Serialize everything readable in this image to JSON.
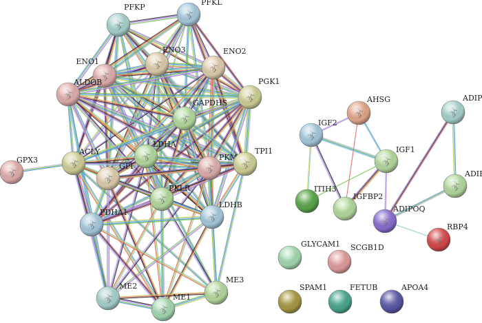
{
  "colors": {
    "edge_palette": [
      "#1f1f1f",
      "#6fbf3f",
      "#c9c94a",
      "#9b6fd6",
      "#4c8fd6",
      "#e05a5a",
      "#c4b6e8",
      "#7fc9c9"
    ],
    "node_yellow": "#d3d39a",
    "node_green": "#b7dca0",
    "node_teal": "#a9d4cf",
    "node_tan": "#e2cfae",
    "node_pink": "#e3b0b0",
    "node_salmon": "#e6a98c",
    "node_blue": "#a8cce0",
    "node_darkgreen": "#5aa84a",
    "node_purple": "#8a6fd0",
    "node_red": "#d8494a",
    "node_mint": "#a6dcb4",
    "node_rose": "#e39e9e",
    "node_olive": "#a89a43",
    "node_seagreen": "#4aa890",
    "node_indigo": "#5b58a8"
  },
  "nodes": [
    {
      "id": "PFKP",
      "label": "PFKP",
      "color": "#a9d4cf",
      "icon": "protein-structure-icon"
    },
    {
      "id": "PFKL",
      "label": "PFKL",
      "color": "#a8cce0",
      "icon": "protein-structure-icon"
    },
    {
      "id": "ENO3",
      "label": "ENO3",
      "color": "#e2cfae",
      "icon": "protein-structure-icon"
    },
    {
      "id": "ENO1",
      "label": "ENO1",
      "color": "#e3b0b0",
      "icon": "protein-structure-icon"
    },
    {
      "id": "ENO2",
      "label": "ENO2",
      "color": "#e2cfae",
      "icon": "protein-structure-icon"
    },
    {
      "id": "ALDOB",
      "label": "ALDOB",
      "color": "#e3b0b0",
      "icon": "protein-structure-icon"
    },
    {
      "id": "PGK1",
      "label": "PGK1",
      "color": "#d3d39a",
      "icon": "protein-structure-icon"
    },
    {
      "id": "GAPDHS",
      "label": "GAPDHS",
      "color": "#b7dca0",
      "icon": "protein-structure-icon"
    },
    {
      "id": "GPX3",
      "label": "GPX3",
      "color": "#e3b0b0",
      "icon": "protein-structure-icon"
    },
    {
      "id": "ACLY",
      "label": "ACLY",
      "color": "#d3d39a",
      "icon": "protein-structure-icon"
    },
    {
      "id": "LDHA",
      "label": "LDHA",
      "color": "#b7dca0",
      "icon": "protein-structure-icon"
    },
    {
      "id": "PKM",
      "label": "PKM",
      "color": "#e3b0b0",
      "icon": "protein-structure-icon"
    },
    {
      "id": "TPI1",
      "label": "TPI1",
      "color": "#d3d39a",
      "icon": "protein-structure-icon"
    },
    {
      "id": "GPI",
      "label": "GPI",
      "color": "#e2cfae",
      "icon": "protein-structure-icon"
    },
    {
      "id": "PKLR",
      "label": "PKLR",
      "color": "#b7dca0",
      "icon": "protein-structure-icon"
    },
    {
      "id": "LDHB",
      "label": "LDHB",
      "color": "#a8cce0",
      "icon": "protein-structure-icon"
    },
    {
      "id": "PDHA1",
      "label": "PDHA1",
      "color": "#a8cce0",
      "icon": "protein-structure-icon"
    },
    {
      "id": "ME2",
      "label": "ME2",
      "color": "#a9d4cf",
      "icon": "protein-structure-icon"
    },
    {
      "id": "ME1",
      "label": "ME1",
      "color": "#a6dcb4",
      "icon": "protein-structure-icon"
    },
    {
      "id": "ME3",
      "label": "ME3",
      "color": "#b7dca0",
      "icon": "protein-structure-icon"
    },
    {
      "id": "AHSG",
      "label": "AHSG",
      "color": "#e6a98c",
      "icon": "protein-structure-icon"
    },
    {
      "id": "IGF2",
      "label": "IGF2",
      "color": "#a8cce0",
      "icon": "protein-structure-icon"
    },
    {
      "id": "IGF1",
      "label": "IGF1",
      "color": "#b7dca0",
      "icon": "protein-structure-icon"
    },
    {
      "id": "ITIH3",
      "label": "ITIH3",
      "color": "#5aa84a",
      "icon": ""
    },
    {
      "id": "IGFBP2",
      "label": "IGFBP2",
      "color": "#b7dca0",
      "icon": ""
    },
    {
      "id": "ADIPOR",
      "label": "ADIPO",
      "color": "#a9d4cf",
      "icon": "protein-structure-icon"
    },
    {
      "id": "ADIF",
      "label": "ADIF",
      "color": "#b7dca0",
      "icon": "protein-structure-icon"
    },
    {
      "id": "ADIPOQ",
      "label": "ADIPOQ",
      "color": "#8a6fd0",
      "icon": "protein-structure-icon"
    },
    {
      "id": "RBP4",
      "label": "RBP4",
      "color": "#d8494a",
      "icon": "protein-structure-icon"
    },
    {
      "id": "GLYCAM1",
      "label": "GLYCAM1",
      "color": "#a6dcb4",
      "icon": ""
    },
    {
      "id": "SCGB1D",
      "label": "SCGB1D",
      "color": "#e39e9e",
      "icon": ""
    },
    {
      "id": "SPAM1",
      "label": "SPAM1",
      "color": "#a89a43",
      "icon": ""
    },
    {
      "id": "FETUB",
      "label": "FETUB",
      "color": "#4aa890",
      "icon": ""
    },
    {
      "id": "APOA4",
      "label": "APOA4",
      "color": "#5b58a8",
      "icon": ""
    }
  ],
  "edges": [
    [
      "PFKP",
      "PFKL",
      4
    ],
    [
      "PFKP",
      "ENO3",
      4
    ],
    [
      "PFKP",
      "ENO1",
      4
    ],
    [
      "PFKP",
      "ALDOB",
      4
    ],
    [
      "PFKP",
      "GAPDHS",
      3
    ],
    [
      "PFKP",
      "TPI1",
      3
    ],
    [
      "PFKP",
      "GPI",
      4
    ],
    [
      "PFKP",
      "PKM",
      3
    ],
    [
      "PFKP",
      "ACLY",
      2
    ],
    [
      "PFKP",
      "LDHA",
      2
    ],
    [
      "PFKP",
      "PGK1",
      3
    ],
    [
      "PFKP",
      "ENO2",
      3
    ],
    [
      "PFKP",
      "PKLR",
      3
    ],
    [
      "PFKL",
      "ENO3",
      3
    ],
    [
      "PFKL",
      "ENO1",
      3
    ],
    [
      "PFKL",
      "ALDOB",
      4
    ],
    [
      "PFKL",
      "ENO2",
      3
    ],
    [
      "PFKL",
      "GAPDHS",
      3
    ],
    [
      "PFKL",
      "TPI1",
      4
    ],
    [
      "PFKL",
      "GPI",
      4
    ],
    [
      "PFKL",
      "PKM",
      3
    ],
    [
      "PFKL",
      "PGK1",
      3
    ],
    [
      "PFKL",
      "LDHA",
      2
    ],
    [
      "PFKL",
      "ACLY",
      2
    ],
    [
      "ENO3",
      "ENO1",
      5
    ],
    [
      "ENO3",
      "ENO2",
      5
    ],
    [
      "ENO3",
      "ALDOB",
      4
    ],
    [
      "ENO3",
      "PGK1",
      4
    ],
    [
      "ENO3",
      "GAPDHS",
      4
    ],
    [
      "ENO3",
      "PKM",
      5
    ],
    [
      "ENO3",
      "TPI1",
      4
    ],
    [
      "ENO3",
      "GPI",
      4
    ],
    [
      "ENO3",
      "LDHA",
      3
    ],
    [
      "ENO3",
      "PKLR",
      4
    ],
    [
      "ENO3",
      "LDHB",
      3
    ],
    [
      "ENO3",
      "ACLY",
      2
    ],
    [
      "ENO1",
      "ENO2",
      5
    ],
    [
      "ENO1",
      "ALDOB",
      4
    ],
    [
      "ENO1",
      "PGK1",
      5
    ],
    [
      "ENO1",
      "GAPDHS",
      4
    ],
    [
      "ENO1",
      "PKM",
      5
    ],
    [
      "ENO1",
      "TPI1",
      4
    ],
    [
      "ENO1",
      "GPI",
      4
    ],
    [
      "ENO1",
      "LDHA",
      4
    ],
    [
      "ENO1",
      "PKLR",
      4
    ],
    [
      "ENO1",
      "ACLY",
      3
    ],
    [
      "ENO1",
      "LDHB",
      3
    ],
    [
      "ENO2",
      "PGK1",
      5
    ],
    [
      "ENO2",
      "GAPDHS",
      4
    ],
    [
      "ENO2",
      "PKM",
      5
    ],
    [
      "ENO2",
      "TPI1",
      4
    ],
    [
      "ENO2",
      "ALDOB",
      4
    ],
    [
      "ENO2",
      "GPI",
      4
    ],
    [
      "ENO2",
      "LDHA",
      3
    ],
    [
      "ENO2",
      "PKLR",
      4
    ],
    [
      "ENO2",
      "LDHB",
      3
    ],
    [
      "ENO2",
      "ACLY",
      2
    ],
    [
      "ALDOB",
      "PGK1",
      4
    ],
    [
      "ALDOB",
      "GAPDHS",
      4
    ],
    [
      "ALDOB",
      "TPI1",
      5
    ],
    [
      "ALDOB",
      "GPI",
      4
    ],
    [
      "ALDOB",
      "PKM",
      4
    ],
    [
      "ALDOB",
      "ACLY",
      3
    ],
    [
      "ALDOB",
      "LDHA",
      3
    ],
    [
      "ALDOB",
      "PKLR",
      4
    ],
    [
      "ALDOB",
      "PDHA1",
      3
    ],
    [
      "ALDOB",
      "LDHB",
      3
    ],
    [
      "ALDOB",
      "ME1",
      2
    ],
    [
      "ALDOB",
      "ME2",
      2
    ],
    [
      "PGK1",
      "GAPDHS",
      5
    ],
    [
      "PGK1",
      "TPI1",
      5
    ],
    [
      "PGK1",
      "PKM",
      5
    ],
    [
      "PGK1",
      "GPI",
      4
    ],
    [
      "PGK1",
      "LDHA",
      4
    ],
    [
      "PGK1",
      "PKLR",
      4
    ],
    [
      "PGK1",
      "LDHB",
      4
    ],
    [
      "PGK1",
      "ACLY",
      3
    ],
    [
      "PGK1",
      "PDHA1",
      3
    ],
    [
      "GAPDHS",
      "TPI1",
      4
    ],
    [
      "GAPDHS",
      "PKM",
      4
    ],
    [
      "GAPDHS",
      "GPI",
      4
    ],
    [
      "GAPDHS",
      "LDHA",
      4
    ],
    [
      "GAPDHS",
      "PKLR",
      4
    ],
    [
      "GAPDHS",
      "LDHB",
      4
    ],
    [
      "GAPDHS",
      "ACLY",
      3
    ],
    [
      "GAPDHS",
      "PDHA1",
      3
    ],
    [
      "GPX3",
      "ACLY",
      3
    ],
    [
      "ACLY",
      "LDHA",
      4
    ],
    [
      "ACLY",
      "GPI",
      4
    ],
    [
      "ACLY",
      "PKM",
      3
    ],
    [
      "ACLY",
      "PKLR",
      3
    ],
    [
      "ACLY",
      "PDHA1",
      5
    ],
    [
      "ACLY",
      "ME1",
      4
    ],
    [
      "ACLY",
      "ME2",
      4
    ],
    [
      "ACLY",
      "ME3",
      3
    ],
    [
      "ACLY",
      "LDHB",
      3
    ],
    [
      "ACLY",
      "TPI1",
      3
    ],
    [
      "LDHA",
      "PKM",
      5
    ],
    [
      "LDHA",
      "GPI",
      4
    ],
    [
      "LDHA",
      "PKLR",
      4
    ],
    [
      "LDHA",
      "LDHB",
      5
    ],
    [
      "LDHA",
      "PDHA1",
      4
    ],
    [
      "LDHA",
      "TPI1",
      4
    ],
    [
      "LDHA",
      "ME1",
      3
    ],
    [
      "LDHA",
      "ME2",
      3
    ],
    [
      "LDHA",
      "ME3",
      3
    ],
    [
      "PKM",
      "TPI1",
      5
    ],
    [
      "PKM",
      "GPI",
      4
    ],
    [
      "PKM",
      "PKLR",
      5
    ],
    [
      "PKM",
      "LDHB",
      5
    ],
    [
      "PKM",
      "PDHA1",
      4
    ],
    [
      "PKM",
      "ME1",
      3
    ],
    [
      "PKM",
      "ME2",
      3
    ],
    [
      "PKM",
      "ME3",
      3
    ],
    [
      "TPI1",
      "GPI",
      4
    ],
    [
      "TPI1",
      "PKLR",
      4
    ],
    [
      "TPI1",
      "LDHB",
      4
    ],
    [
      "TPI1",
      "PDHA1",
      3
    ],
    [
      "TPI1",
      "ME3",
      3
    ],
    [
      "GPI",
      "PKLR",
      4
    ],
    [
      "GPI",
      "LDHB",
      4
    ],
    [
      "GPI",
      "PDHA1",
      4
    ],
    [
      "GPI",
      "ME1",
      3
    ],
    [
      "GPI",
      "ME2",
      3
    ],
    [
      "PKLR",
      "LDHB",
      4
    ],
    [
      "PKLR",
      "PDHA1",
      4
    ],
    [
      "PKLR",
      "ME1",
      4
    ],
    [
      "PKLR",
      "ME2",
      3
    ],
    [
      "PKLR",
      "ME3",
      3
    ],
    [
      "LDHB",
      "PDHA1",
      4
    ],
    [
      "LDHB",
      "ME1",
      3
    ],
    [
      "LDHB",
      "ME2",
      3
    ],
    [
      "LDHB",
      "ME3",
      3
    ],
    [
      "PDHA1",
      "ME1",
      4
    ],
    [
      "PDHA1",
      "ME2",
      4
    ],
    [
      "PDHA1",
      "ME3",
      3
    ],
    [
      "ME2",
      "ME1",
      5
    ],
    [
      "ME1",
      "ME3",
      4
    ],
    [
      "ME2",
      "ME3",
      3
    ],
    [
      "AHSG",
      "IGF2",
      2
    ],
    [
      "AHSG",
      "IGF1",
      2
    ],
    [
      "AHSG",
      "IGFBP2",
      1
    ],
    [
      "IGF2",
      "IGF1",
      4
    ],
    [
      "IGF2",
      "ITIH3",
      2
    ],
    [
      "IGF2",
      "IGFBP2",
      3
    ],
    [
      "IGF1",
      "ITIH3",
      1
    ],
    [
      "IGF1",
      "IGFBP2",
      4
    ],
    [
      "IGF1",
      "ADIPOQ",
      2
    ],
    [
      "ADIPOR",
      "ADIF",
      3
    ],
    [
      "ADIPOR",
      "ADIPOQ",
      3
    ],
    [
      "ADIF",
      "ADIPOQ",
      3
    ],
    [
      "ADIPOQ",
      "RBP4",
      1
    ]
  ]
}
